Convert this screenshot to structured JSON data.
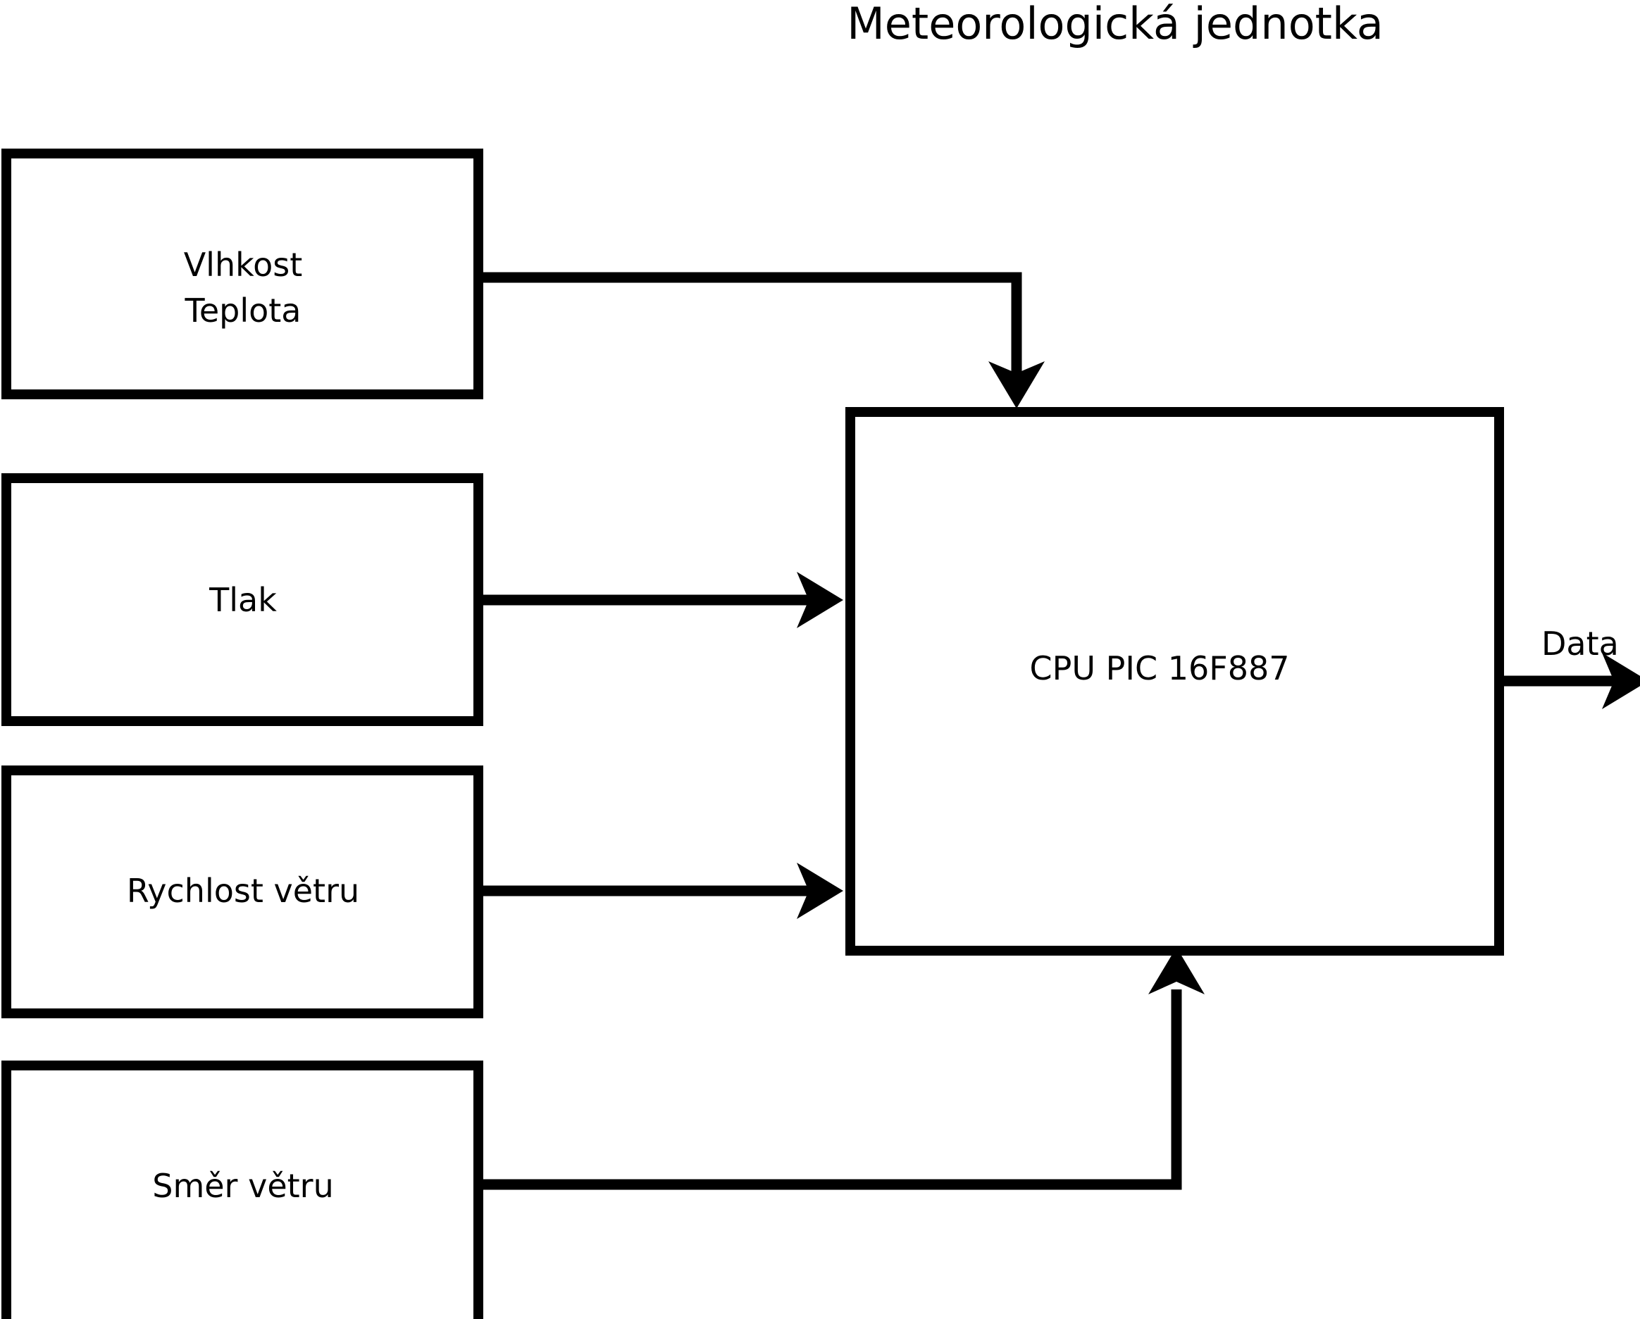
{
  "diagram": {
    "title": "Meteorologická jednotka",
    "background_color": "#ffffff",
    "line_color": "#000000",
    "blocks": [
      {
        "id": "humidity-temperature",
        "lines": [
          "Vlhkost",
          "Teplota"
        ],
        "label": "Vlhkost Teplota"
      },
      {
        "id": "pressure",
        "lines": [
          "Tlak"
        ],
        "label": "Tlak"
      },
      {
        "id": "wind-speed",
        "lines": [
          "Rychlost větru"
        ],
        "label": "Rychlost větru"
      },
      {
        "id": "wind-direction",
        "lines": [
          "Směr větru"
        ],
        "label": "Směr větru"
      }
    ],
    "cpu": {
      "id": "cpu",
      "label": "CPU PIC 16F887"
    },
    "connections": [
      {
        "id": "humidity-to-cpu",
        "from": "humidity-temperature",
        "to": "cpu",
        "label": "",
        "arrow": "down"
      },
      {
        "id": "pressure-to-cpu",
        "from": "pressure",
        "to": "cpu",
        "label": "",
        "arrow": "right"
      },
      {
        "id": "windspeed-to-cpu",
        "from": "wind-speed",
        "to": "cpu",
        "label": "",
        "arrow": "right"
      },
      {
        "id": "winddirection-to-cpu",
        "from": "wind-direction",
        "to": "cpu",
        "label": "",
        "arrow": "up"
      },
      {
        "id": "cpu-to-output",
        "from": "cpu",
        "to": "output",
        "label": "Data",
        "arrow": "right"
      }
    ],
    "output_label": "Data"
  }
}
